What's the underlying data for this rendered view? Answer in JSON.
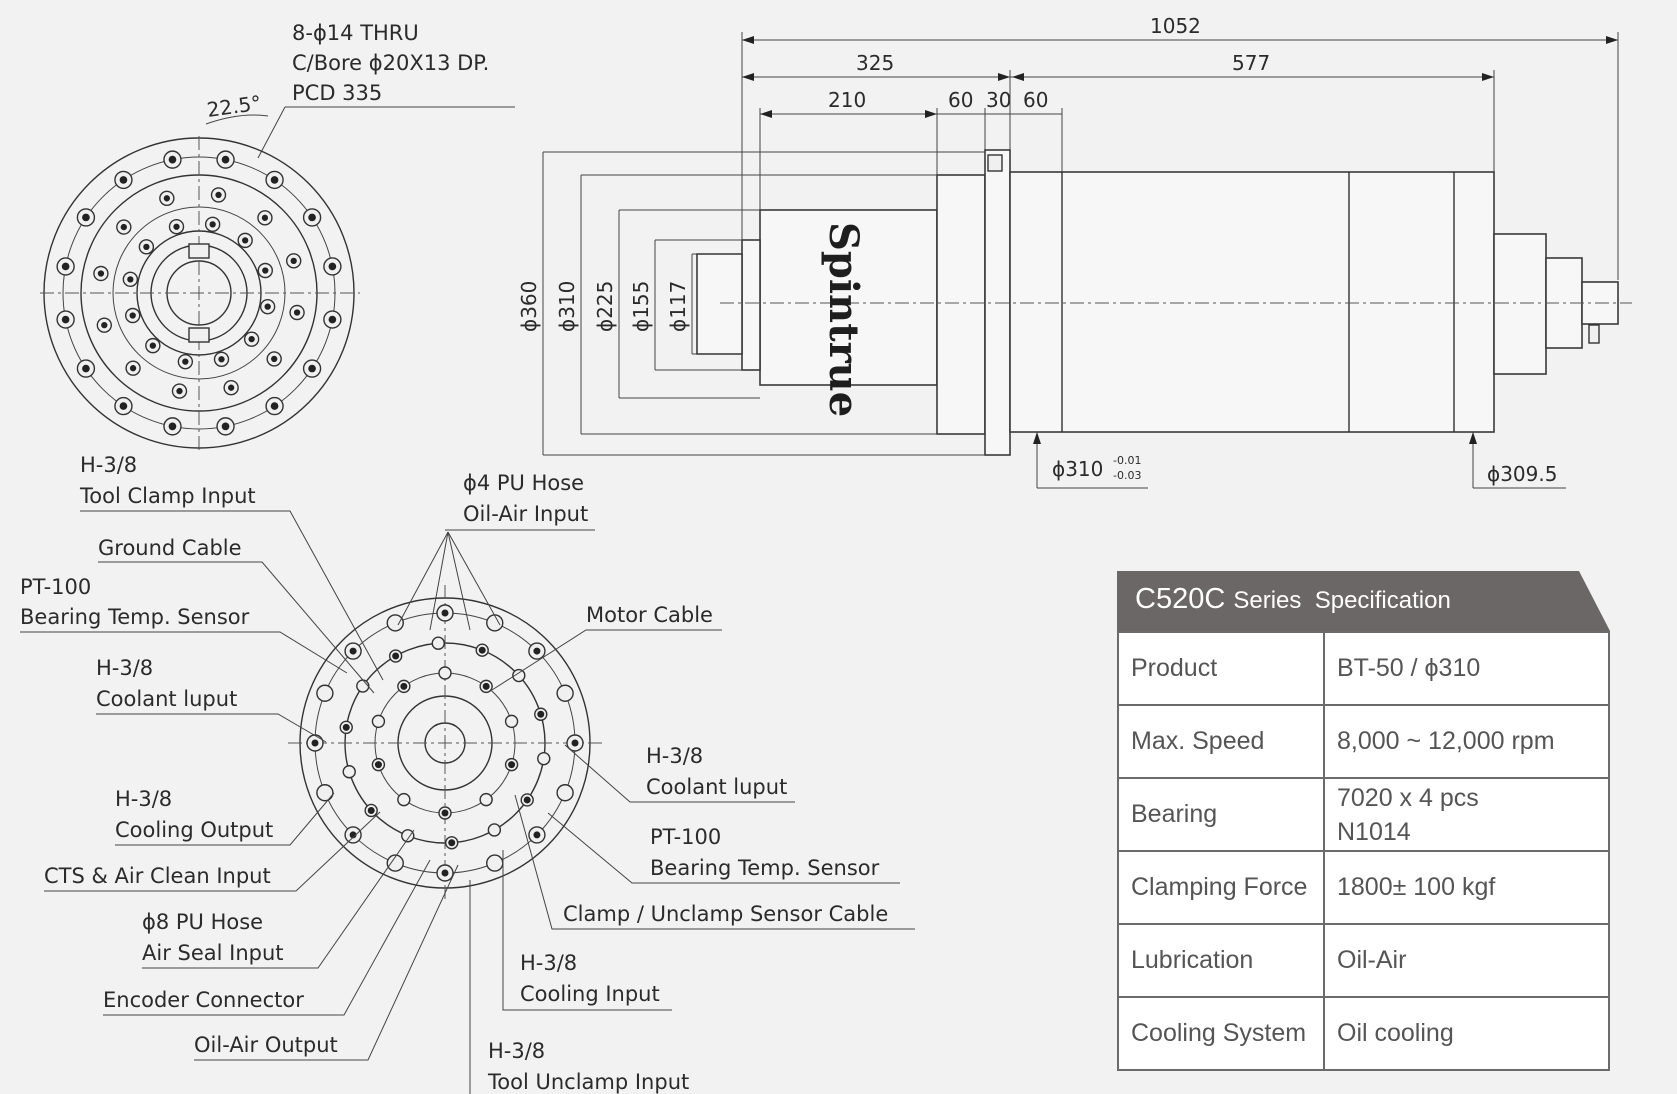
{
  "top_view": {
    "hole_note": [
      "8-ϕ14 THRU",
      "C/Bore ϕ20X13 DP.",
      "PCD 335"
    ],
    "angle": "22.5°"
  },
  "dimensions": {
    "overall": "1052",
    "front_section": "325",
    "rear_section": "577",
    "nose_length": "210",
    "d60a": "60",
    "d30": "30",
    "d60b": "60",
    "diameters": [
      "ϕ360",
      "ϕ310",
      "ϕ225",
      "ϕ155",
      "ϕ117"
    ],
    "flange_fit": "ϕ310",
    "flange_tol_upper": "-0.01",
    "flange_tol_lower": "-0.03",
    "rear_diameter": "ϕ309.5"
  },
  "brand_logo": "Spintrue",
  "rear_view": {
    "callouts": {
      "tool_clamp_1": "H-3/8",
      "tool_clamp_2": "Tool Clamp Input",
      "ground": "Ground Cable",
      "pt100_left_1": "PT-100",
      "pt100_left_2": "Bearing Temp. Sensor",
      "coolant_left_1": "H-3/8",
      "coolant_left_2": "Coolant luput",
      "cooling_out_1": "H-3/8",
      "cooling_out_2": "Cooling Output",
      "cts": "CTS & Air Clean Input",
      "air_seal_1": "ϕ8 PU Hose",
      "air_seal_2": "Air Seal Input",
      "encoder": "Encoder Connector",
      "oil_air_out": "Oil-Air Output",
      "oil_air_in_1": "ϕ4 PU Hose",
      "oil_air_in_2": "Oil-Air Input",
      "motor": "Motor Cable",
      "coolant_right_1": "H-3/8",
      "coolant_right_2": "Coolant luput",
      "pt100_right_1": "PT-100",
      "pt100_right_2": "Bearing Temp. Sensor",
      "clamp_sensor": "Clamp / Unclamp Sensor Cable",
      "cooling_in_1": "H-3/8",
      "cooling_in_2": "Cooling Input",
      "unclamp_1": "H-3/8",
      "unclamp_2": "Tool Unclamp Input"
    }
  },
  "spec": {
    "model": "C520C",
    "title_rest": "Series  Specification",
    "rows": [
      {
        "key": "Product",
        "value": "BT-50 / ϕ310"
      },
      {
        "key": "Max. Speed",
        "value": "8,000 ~ 12,000 rpm"
      },
      {
        "key": "Bearing",
        "value": "7020 x 4 pcs",
        "value2": "N1014"
      },
      {
        "key": "Clamping Force",
        "value": "1800± 100 kgf"
      },
      {
        "key": "Lubrication",
        "value": "Oil-Air"
      },
      {
        "key": "Cooling System",
        "value": "Oil cooling"
      }
    ]
  },
  "colors": {
    "header": "#6b6767",
    "line": "#333333",
    "background": "#f2f2f2"
  }
}
